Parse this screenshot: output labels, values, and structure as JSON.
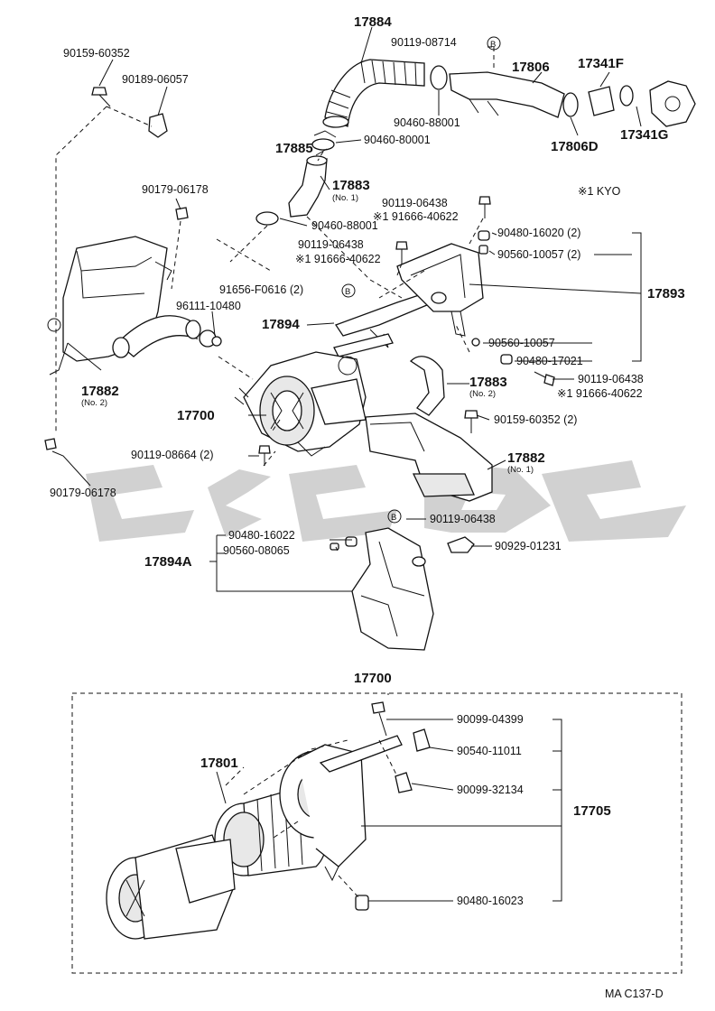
{
  "labels": {
    "p17884": "17884",
    "p90119_08714": "90119-08714",
    "circled_b": "B",
    "p17806": "17806",
    "p17341F": "17341F",
    "p90159_60352_top": "90159-60352",
    "p90189_06057": "90189-06057",
    "p90460_88001_top": "90460-88001",
    "p17806D": "17806D",
    "p17341G": "17341G",
    "p17885": "17885",
    "p90460_80001": "90460-80001",
    "p17883_no1": "17883",
    "no1": "(No. 1)",
    "no2": "(No. 2)",
    "p90179_06178_top": "90179-06178",
    "p90119_06438_a": "90119-06438",
    "p91666_40622_a": "※1 91666-40622",
    "kyo_note": "※1 KYO",
    "p90460_88001_mid": "90460-88001",
    "p90480_16020": "90480-16020 (2)",
    "p90119_06438_b": "90119-06438",
    "p91666_40622_b": "※1 91666-40622",
    "p90560_10057_2": "90560-10057 (2)",
    "p91656_F0616": "91656-F0616 (2)",
    "p17893": "17893",
    "p96111_10480": "96111-10480",
    "p17894": "17894",
    "p90560_10057": "90560-10057",
    "p90480_17021": "90480-17021",
    "p17882_no2": "17882",
    "p17883_no2": "17883",
    "p90119_06438_c": "90119-06438",
    "p91666_40622_c": "※1 91666-40622",
    "p17700": "17700",
    "p90159_60352_2": "90159-60352 (2)",
    "p90119_08664": "90119-08664 (2)",
    "p17882_no1": "17882",
    "p90179_06178_bot": "90179-06178",
    "p90119_06438_d": "90119-06438",
    "p90480_16022": "90480-16022",
    "p90560_08065": "90560-08065",
    "p90929_01231": "90929-01231",
    "p17894A": "17894A",
    "p17700_box": "17700",
    "p17801": "17801",
    "p90099_04399": "90099-04399",
    "p90540_11011": "90540-11011",
    "p90099_32134": "90099-32134",
    "p17705": "17705",
    "p90480_16023": "90480-16023",
    "figure_code": "MA C137-D"
  },
  "watermark": {
    "text": "cjcdc",
    "color": "#c9c9c9"
  }
}
